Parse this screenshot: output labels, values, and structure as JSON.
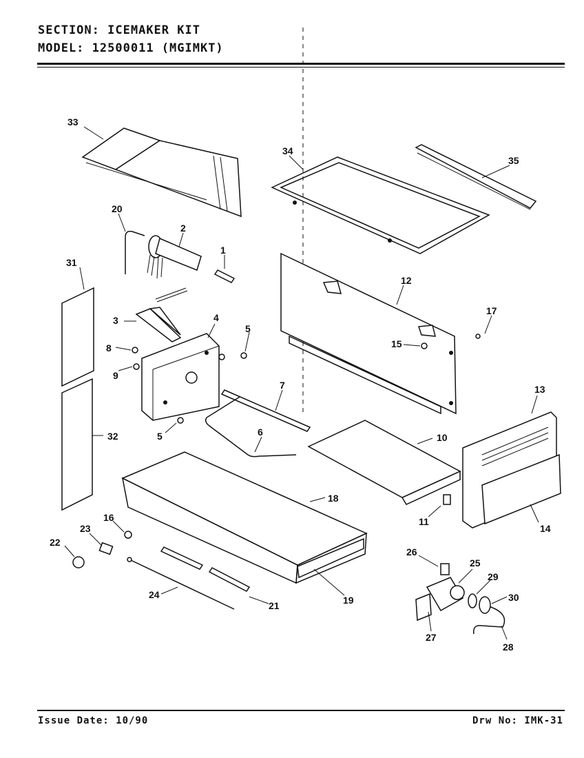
{
  "header": {
    "section_label": "SECTION:",
    "section_value": "ICEMAKER KIT",
    "model_label": "MODEL:",
    "model_value": "12500011 (MGIMKT)"
  },
  "footer": {
    "issue_date": "Issue Date: 10/90",
    "drawing_no": "Drw No: IMK-31"
  },
  "callouts": [
    "1",
    "2",
    "3",
    "4",
    "5",
    "5",
    "6",
    "7",
    "8",
    "9",
    "10",
    "11",
    "12",
    "13",
    "14",
    "15",
    "16",
    "17",
    "18",
    "19",
    "20",
    "21",
    "22",
    "23",
    "24",
    "25",
    "26",
    "27",
    "28",
    "29",
    "30",
    "31",
    "32",
    "33",
    "34",
    "35"
  ]
}
